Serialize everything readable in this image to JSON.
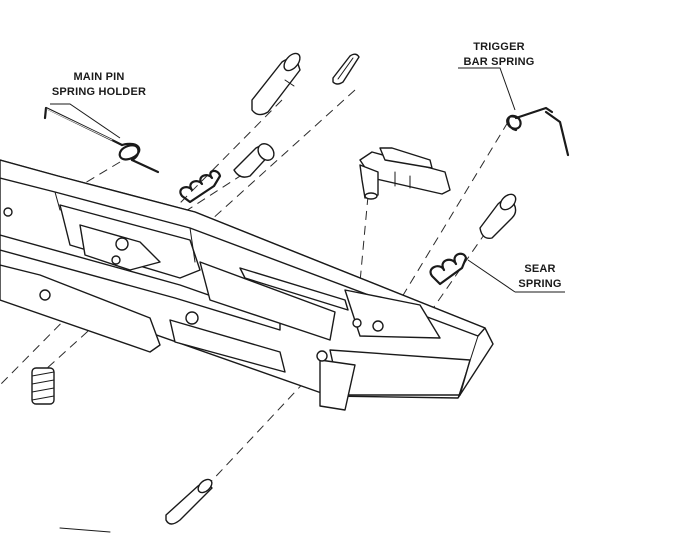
{
  "callouts": {
    "main_pin_spring_holder": {
      "line1": "MAIN PIN",
      "line2": "SPRING HOLDER"
    },
    "trigger_bar_spring": {
      "line1": "TRIGGER",
      "line2": "BAR SPRING"
    },
    "sear_spring": {
      "line1": "SEAR",
      "line2": "SPRING"
    }
  },
  "colors": {
    "ink": "#1a1a1a",
    "background": "#ffffff"
  }
}
